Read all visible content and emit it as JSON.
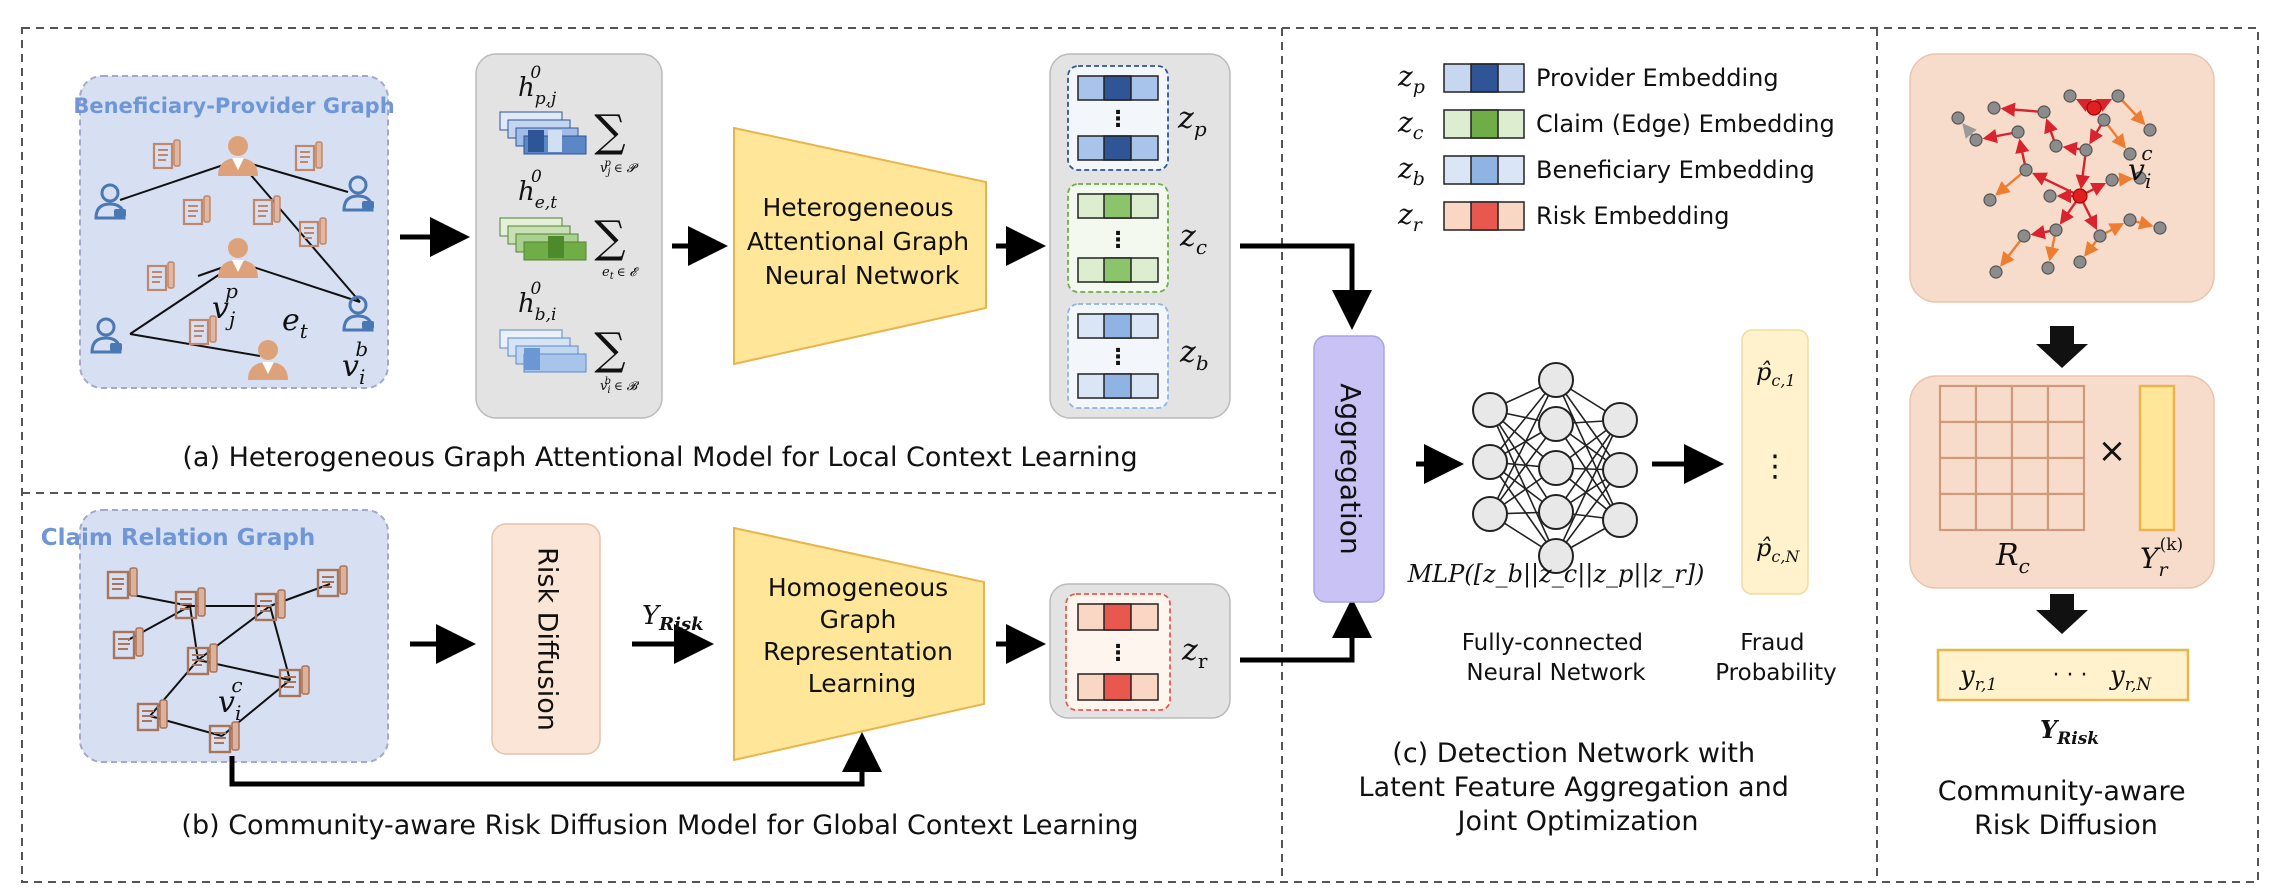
{
  "panel_a": {
    "graph_title": "Beneficiary-Provider Graph",
    "h_p": "h",
    "h_p_sub": "p,j",
    "h_e": "h",
    "h_e_sub": "e,t",
    "h_b": "h",
    "h_b_sub": "b,i",
    "h_sup": "0",
    "sum_symbol": "∑",
    "sum_p_index": "v",
    "sum_p_index_sup": "p",
    "sum_p_index_sub": "j",
    "sum_p_set": "∈ 𝓟",
    "sum_e_index": "e",
    "sum_e_index_sub": "t",
    "sum_e_set": "∈ 𝓔",
    "sum_b_index": "v",
    "sum_b_index_sup": "b",
    "sum_b_index_sub": "i",
    "sum_b_set": "∈ 𝓑",
    "vp_label": "v",
    "vp_sup": "p",
    "vp_sub": "j",
    "et_label": "e",
    "et_sub": "t",
    "vb_label": "v",
    "vb_sup": "b",
    "vb_sub": "i",
    "hagnn_line1": "Heterogeneous",
    "hagnn_line2": "Attentional Graph",
    "hagnn_line3": "Neural Network",
    "zp": "z",
    "zp_sub": "p",
    "zc": "z",
    "zc_sub": "c",
    "zb": "z",
    "zb_sub": "b",
    "caption": "(a) Heterogeneous Graph Attentional Model for Local Context Learning"
  },
  "panel_b": {
    "graph_title": "Claim Relation Graph",
    "vc_label": "v",
    "vc_sup": "c",
    "vc_sub": "i",
    "risk_diffusion": "Risk Diffusion",
    "y_risk": "Y",
    "y_risk_sub": "Risk",
    "homo_line1": "Homogeneous",
    "homo_line2": "Graph",
    "homo_line3": "Representation",
    "homo_line4": "Learning",
    "zr": "z",
    "zr_sub": "r",
    "caption": "(b) Community-aware Risk Diffusion Model for Global Context Learning"
  },
  "panel_c": {
    "legend": [
      {
        "sym": "z",
        "sub": "p",
        "label": "Provider Embedding",
        "light": "#c6d7ef",
        "dark": "#2f5597"
      },
      {
        "sym": "z",
        "sub": "c",
        "label": "Claim (Edge) Embedding",
        "light": "#dcedd0",
        "dark": "#70ad47"
      },
      {
        "sym": "z",
        "sub": "b",
        "label": "Beneficiary Embedding",
        "light": "#dae6f5",
        "dark": "#8fb4e3"
      },
      {
        "sym": "z",
        "sub": "r",
        "label": "Risk  Embedding",
        "light": "#fad7c4",
        "dark": "#e8584f"
      }
    ],
    "aggregation": "Aggregation",
    "mlp": "MLP([z_b||z_c||z_p||z_r])",
    "fc_line1": "Fully-connected",
    "fc_line2": "Neural Network",
    "p_hat_1": "p̂",
    "p_hat_1_sub": "c,1",
    "p_hat_n": "p̂",
    "p_hat_n_sub": "c,N",
    "fraud_line1": "Fraud",
    "fraud_line2": "Probability",
    "caption_line1": "(c) Detection Network with",
    "caption_line2": "Latent Feature Aggregation and",
    "caption_line3": "Joint Optimization"
  },
  "panel_d": {
    "vc_label": "v",
    "vc_sup": "c",
    "vc_sub": "i",
    "rc": "R",
    "rc_sub": "c",
    "times": "×",
    "yr": "Y",
    "yr_sub": "r",
    "yr_sup": "(k)",
    "y_first": "y",
    "y_first_sub": "r,1",
    "dots": "· · ·",
    "y_last": "y",
    "y_last_sub": "r,N",
    "y_risk": "Y",
    "y_risk_sub": "Risk",
    "caption_line1": "Community-aware",
    "caption_line2": "Risk Diffusion"
  }
}
